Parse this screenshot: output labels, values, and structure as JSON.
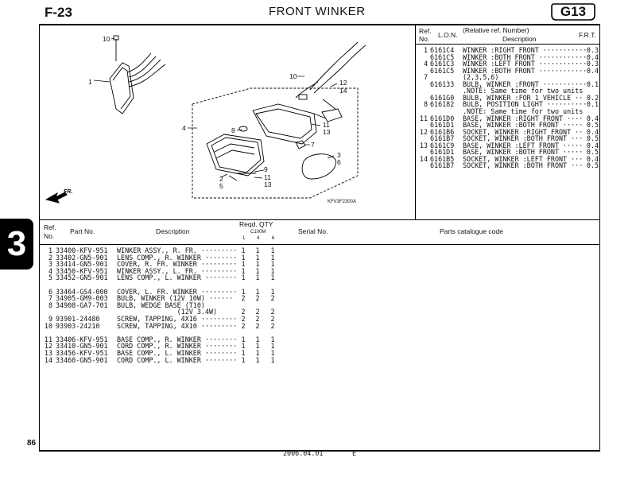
{
  "page": {
    "section_code": "F-23",
    "title": "FRONT WINKER",
    "group_code": "G13",
    "page_number": "86",
    "side_tab": "3",
    "footer_date": "2006.04.01",
    "footer_edition": "E",
    "diagram_code": "KFV3F2300A",
    "diagram_fr_label": "FR."
  },
  "diagram_callouts": [
    {
      "label": "10"
    },
    {
      "label": "1"
    },
    {
      "label": "10"
    },
    {
      "label": "12"
    },
    {
      "label": "14"
    },
    {
      "label": "4"
    },
    {
      "label": "8"
    },
    {
      "label": "11"
    },
    {
      "label": "13"
    },
    {
      "label": "7"
    },
    {
      "label": "3"
    },
    {
      "label": "6"
    },
    {
      "label": "9"
    },
    {
      "label": "2"
    },
    {
      "label": "5"
    },
    {
      "label": "11"
    },
    {
      "label": "13"
    }
  ],
  "ref_table": {
    "headers": {
      "ref": "Ref.",
      "no": "No.",
      "lon": "L.O.N.",
      "relative": "(Relative ref. Number)",
      "description": "Description",
      "frt": "F.R.T."
    },
    "rows": [
      {
        "ref": "1",
        "lon": "6161C4",
        "desc": "WINKER :RIGHT FRONT ···········",
        "frt": "0.3"
      },
      {
        "ref": "",
        "lon": "6161C5",
        "desc": "WINKER :BOTH FRONT ············",
        "frt": "0.4"
      },
      {
        "ref": "4",
        "lon": "6161C3",
        "desc": "WINKER :LEFT FRONT ············",
        "frt": "0.3"
      },
      {
        "ref": "",
        "lon": "6161C5",
        "desc": "WINKER :BOTH FRONT ············",
        "frt": "0.4"
      },
      {
        "ref": "7",
        "lon": "",
        "desc": "(2,3,5,6)",
        "frt": ""
      },
      {
        "ref": "",
        "lon": "616133",
        "desc": "BULB, WINKER :FRONT ···········",
        "frt": "0.1"
      },
      {
        "ref": "",
        "lon": "",
        "desc": ".NOTE: Same time for two units",
        "frt": ""
      },
      {
        "ref": "",
        "lon": "6161G0",
        "desc": "BULB, WINKER :FOR 1 VEHICLE ··",
        "frt": "0.2"
      },
      {
        "ref": "8",
        "lon": "616182",
        "desc": "BULB, POSITION LIGHT ··········",
        "frt": "0.1"
      },
      {
        "ref": "",
        "lon": "",
        "desc": ".NOTE: Same time for two units",
        "frt": ""
      },
      {
        "ref": "11",
        "lon": "6161D0",
        "desc": "BASE, WINKER :RIGHT FRONT ····",
        "frt": "0.4"
      },
      {
        "ref": "",
        "lon": "6161D1",
        "desc": "BASE, WINKER :BOTH FRONT ·····",
        "frt": "0.5"
      },
      {
        "ref": "12",
        "lon": "6161B6",
        "desc": "SOCKET, WINKER :RIGHT FRONT ··",
        "frt": "0.4"
      },
      {
        "ref": "",
        "lon": "6161B7",
        "desc": "SOCKET, WINKER :BOTH FRONT ···",
        "frt": "0.5"
      },
      {
        "ref": "13",
        "lon": "6161C9",
        "desc": "BASE, WINKER :LEFT FRONT ·····",
        "frt": "0.4"
      },
      {
        "ref": "",
        "lon": "6161D1",
        "desc": "BASE, WINKER :BOTH FRONT ·····",
        "frt": "0.5"
      },
      {
        "ref": "14",
        "lon": "6161B5",
        "desc": "SOCKET, WINKER :LEFT FRONT ···",
        "frt": "0.4"
      },
      {
        "ref": "",
        "lon": "6161B7",
        "desc": "SOCKET, WINKER :BOTH FRONT ···",
        "frt": "0.5"
      }
    ]
  },
  "parts_table": {
    "headers": {
      "ref": "Ref.",
      "no": "No.",
      "part_no": "Part No.",
      "description": "Description",
      "reqd_qty": "Reqd. QTY",
      "model": "C100M",
      "col1": "1",
      "col2": "4",
      "col3": "6",
      "serial": "Serial No.",
      "catalogue": "Parts catalogue code"
    },
    "rows": [
      {
        "ref": "1",
        "part": "33400-KFV-951",
        "desc": "WINKER ASSY., R. FR. ·········",
        "q1": "1",
        "q2": "1",
        "q3": "1"
      },
      {
        "ref": "2",
        "part": "33402-GN5-901",
        "desc": "LENS COMP., R. WINKER ········",
        "q1": "1",
        "q2": "1",
        "q3": "1"
      },
      {
        "ref": "3",
        "part": "33414-GN5-901",
        "desc": "COVER, R. FR. WINKER ·········",
        "q1": "1",
        "q2": "1",
        "q3": "1"
      },
      {
        "ref": "4",
        "part": "33450-KFV-951",
        "desc": "WINKER ASSY., L. FR. ·········",
        "q1": "1",
        "q2": "1",
        "q3": "1"
      },
      {
        "ref": "5",
        "part": "33452-GN5-901",
        "desc": "LENS COMP., L. WINKER ········",
        "q1": "1",
        "q2": "1",
        "q3": "1"
      },
      {
        "ref": "",
        "part": "",
        "desc": "",
        "q1": "",
        "q2": "",
        "q3": ""
      },
      {
        "ref": "6",
        "part": "33464-GS4-000",
        "desc": "COVER, L. FR. WINKER ·········",
        "q1": "1",
        "q2": "1",
        "q3": "1"
      },
      {
        "ref": "7",
        "part": "34905-GM9-003",
        "desc": "BULB, WINKER (12V 10W) ······",
        "q1": "2",
        "q2": "2",
        "q3": "2"
      },
      {
        "ref": "8",
        "part": "34908-GA7-701",
        "desc": "BULB, WEDGE BASE (T10)",
        "q1": "",
        "q2": "",
        "q3": ""
      },
      {
        "ref": "",
        "part": "",
        "desc": "               (12V 3.4W)",
        "q1": "2",
        "q2": "2",
        "q3": "2"
      },
      {
        "ref": "9",
        "part": "93901-24480",
        "desc": "SCREW, TAPPING, 4X16 ·········",
        "q1": "2",
        "q2": "2",
        "q3": "2"
      },
      {
        "ref": "10",
        "part": "93903-24210",
        "desc": "SCREW, TAPPING, 4X10 ·········",
        "q1": "2",
        "q2": "2",
        "q3": "2"
      },
      {
        "ref": "",
        "part": "",
        "desc": "",
        "q1": "",
        "q2": "",
        "q3": ""
      },
      {
        "ref": "11",
        "part": "33406-KFV-951",
        "desc": "BASE COMP., R. WINKER ········",
        "q1": "1",
        "q2": "1",
        "q3": "1"
      },
      {
        "ref": "12",
        "part": "33410-GN5-901",
        "desc": "CORD COMP., R. WINKER ········",
        "q1": "1",
        "q2": "1",
        "q3": "1"
      },
      {
        "ref": "13",
        "part": "33456-KFV-951",
        "desc": "BASE COMP., L. WINKER ········",
        "q1": "1",
        "q2": "1",
        "q3": "1"
      },
      {
        "ref": "14",
        "part": "33460-GN5-901",
        "desc": "CORD COMP., L. WINKER ········",
        "q1": "1",
        "q2": "1",
        "q3": "1"
      }
    ]
  }
}
